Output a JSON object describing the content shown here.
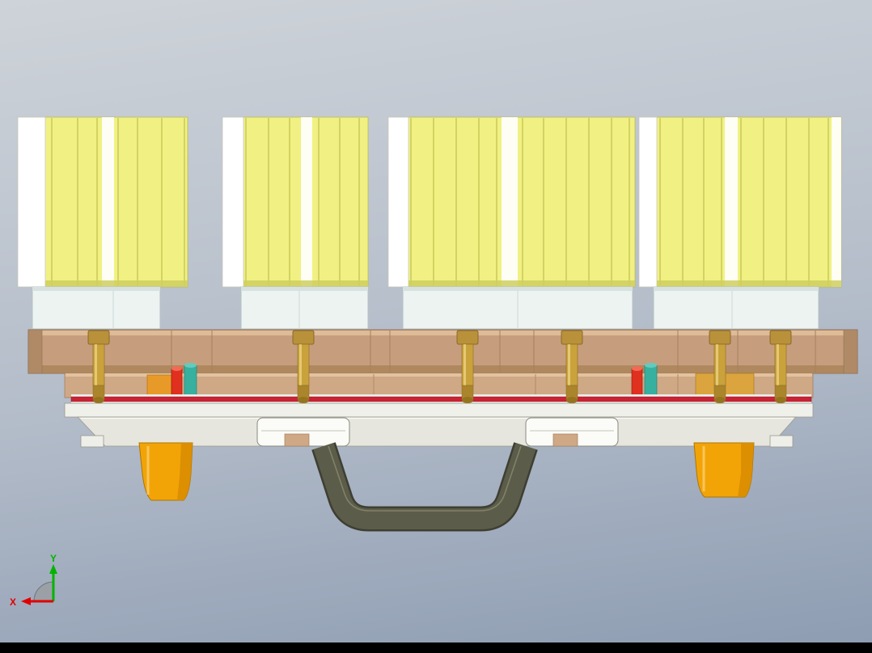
{
  "viewport": {
    "type": "cad-3d-side-view",
    "background": {
      "top": "#ced3d9",
      "mid": "#b3bcc9",
      "bottom": "#8d9cb2"
    },
    "bottom_bar_color": "#000000"
  },
  "triad": {
    "x_label": "X",
    "y_label": "Y",
    "x_color": "#e10000",
    "y_color": "#00b400",
    "z_cone_color": "#9aa0a6"
  },
  "palette": {
    "cylinder_yellow": "#f1f183",
    "cylinder_highlight": "#ffffff",
    "collar_white": "#edf3f1",
    "plate_tan": "#c79e7d",
    "seal_red": "#cc2233",
    "base_white": "#f0f0ea",
    "screw_brass": "#c9a23c",
    "pin_red": "#e03020",
    "pin_teal": "#38b0a0",
    "foot_orange": "#f2a407",
    "handle_olive": "#5c5c4a"
  }
}
